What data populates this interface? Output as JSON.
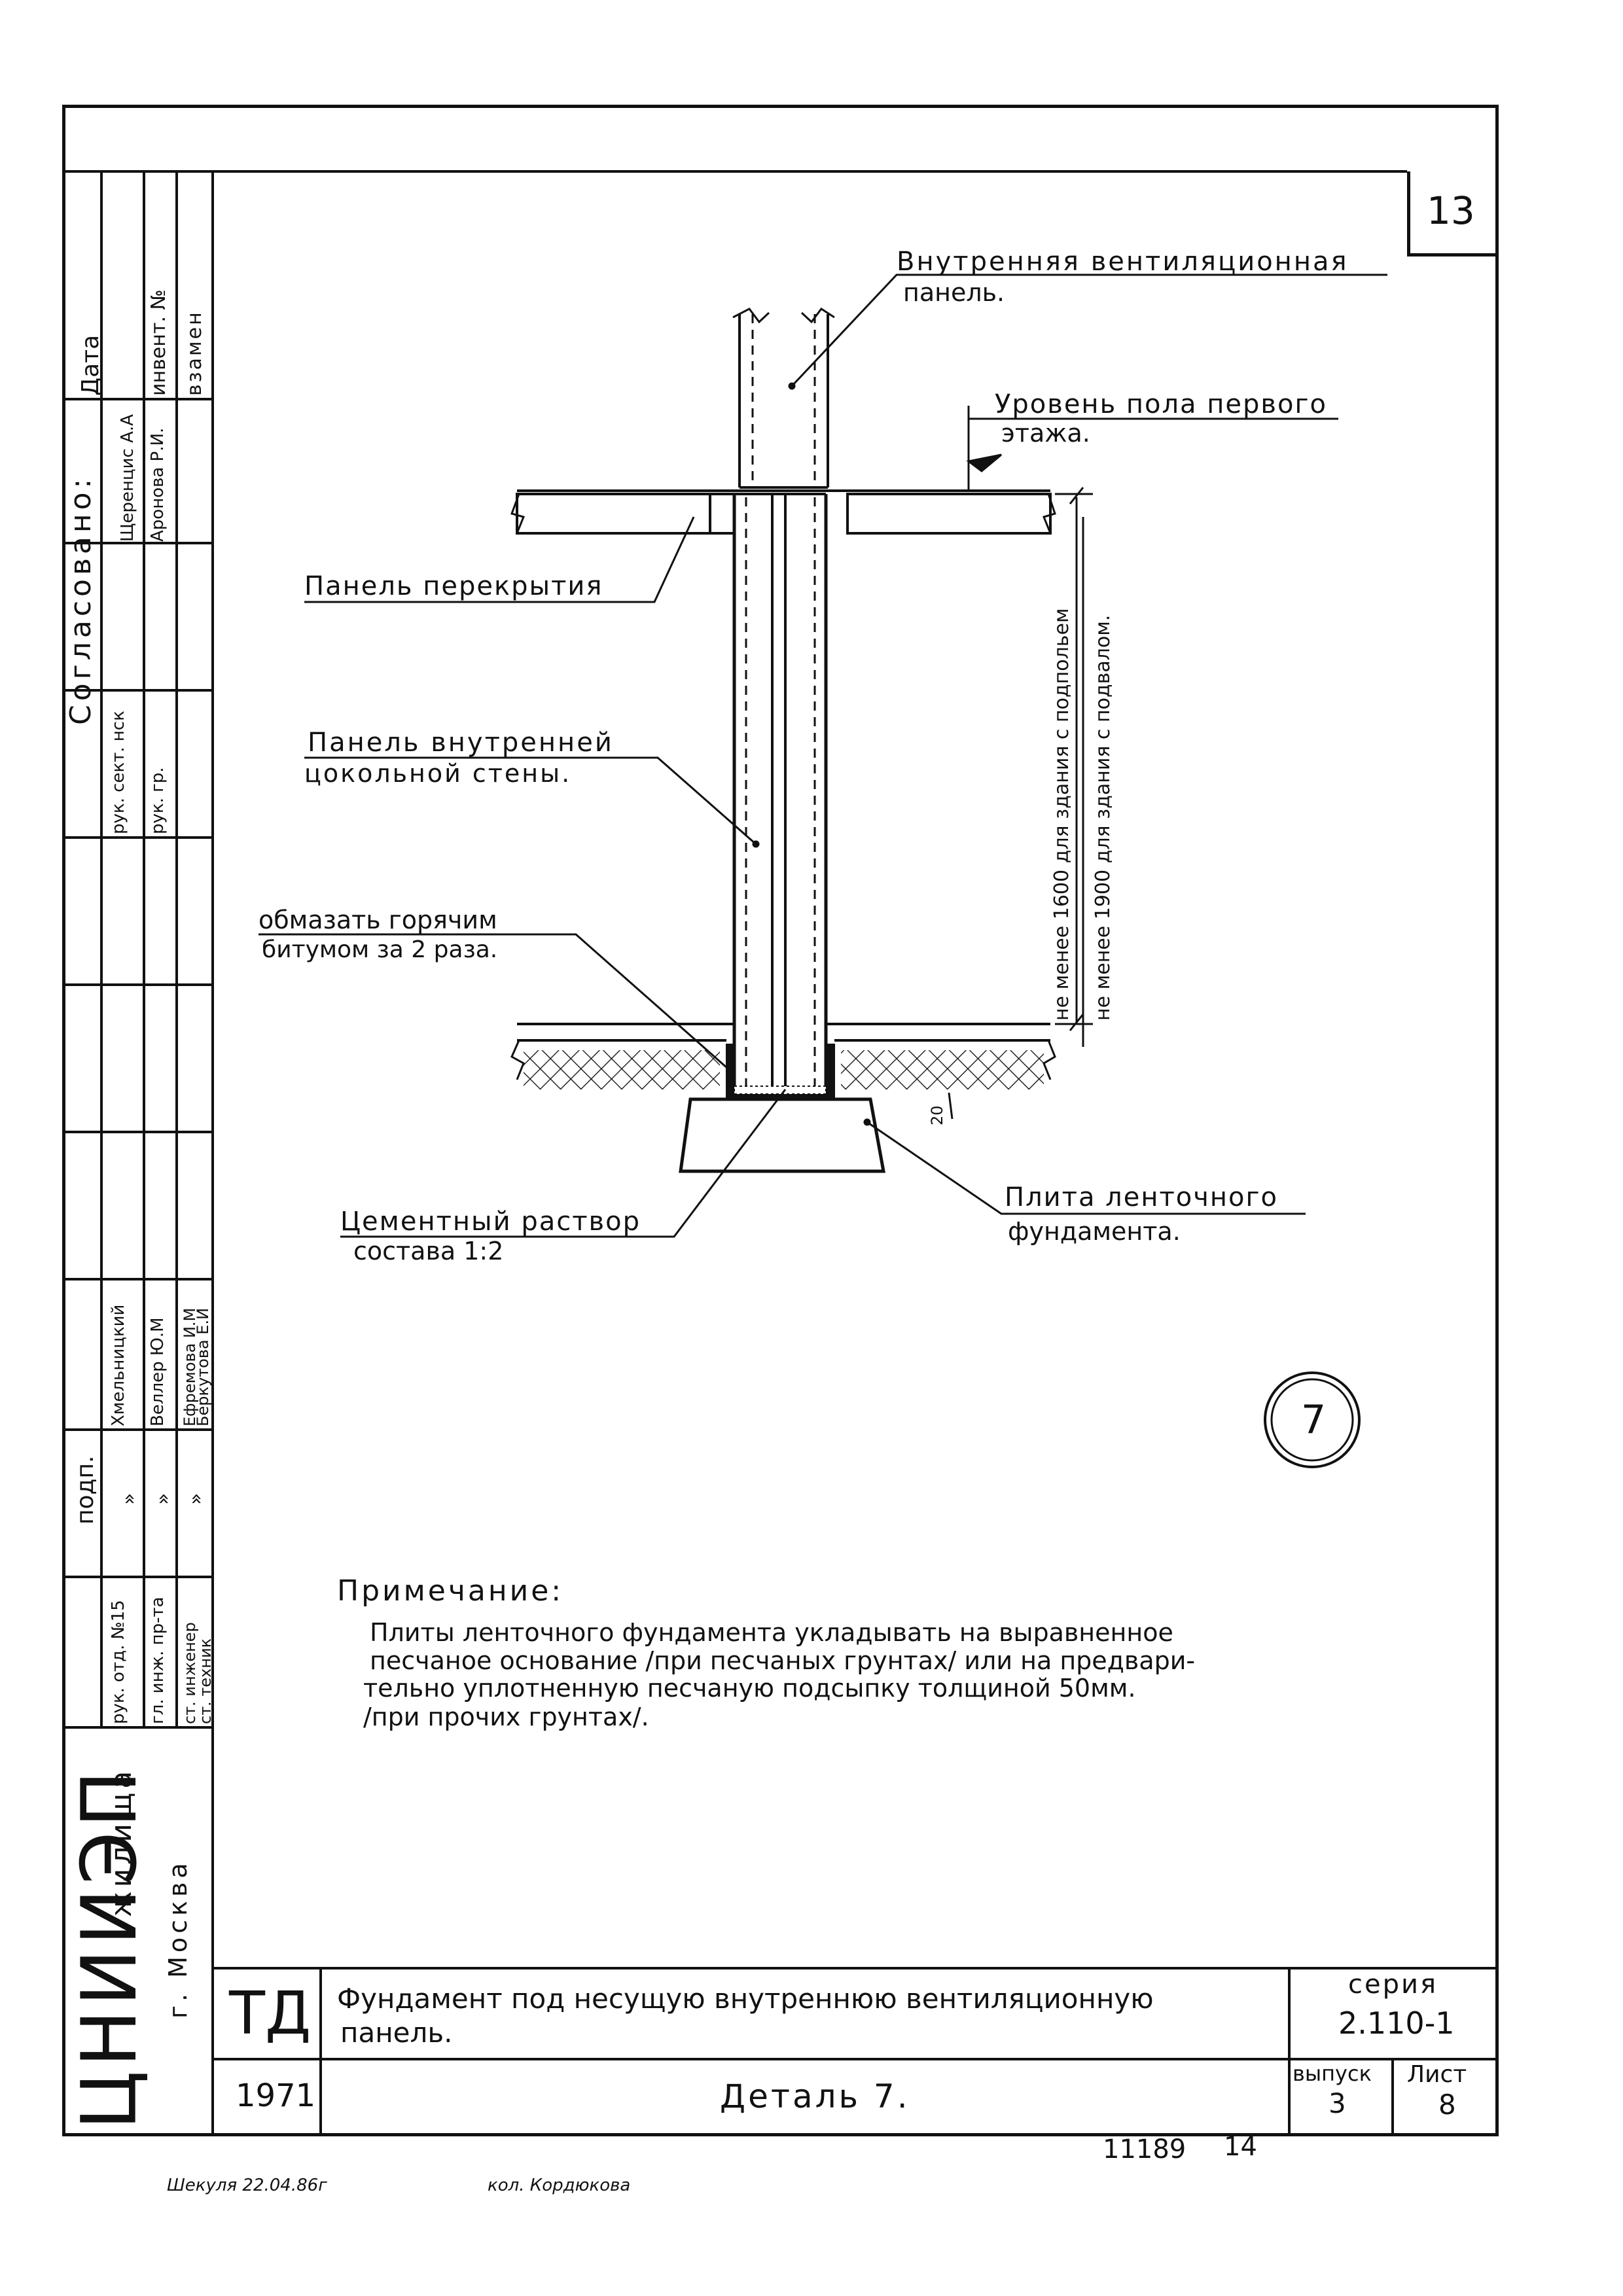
{
  "sheet": {
    "page_number": "13",
    "detail_circle": "7",
    "stamp_bottom": "11189",
    "stamp_bottom_page": "14"
  },
  "callouts": {
    "vent_panel": [
      "Внутренняя вентиляционная",
      "панель."
    ],
    "floor_level": [
      "Уровень пола первого",
      "этажа."
    ],
    "floor_panel": "Панель перекрытия",
    "plinth_panel": [
      "Панель внутренней",
      "цокольной стены."
    ],
    "bitumen": [
      "обмазать горячим",
      "битумом за 2 раза."
    ],
    "mortar": [
      "Цементный раствор",
      "состава 1:2"
    ],
    "footing": [
      "Плита ленточного",
      "фундамента."
    ],
    "dim_vertical_1": "не менее 1600 для здания с подпольем",
    "dim_vertical_2": "не менее 1900 для здания с подвалом.",
    "dim_small": "20"
  },
  "note": {
    "title": "Примечание:",
    "lines": [
      "Плиты ленточного фундамента укладывать на выравненное",
      "песчаное основание /при песчаных грунтах/ или на предвари-",
      "тельно уплотненную песчаную подсыпку толщиной 50мм.",
      "/при прочих грунтах/."
    ]
  },
  "sidebar": {
    "top_headers": [
      "Дата",
      "инвент. №",
      "взамен"
    ],
    "agreed": "Согласовано:",
    "agreed_names": [
      "Щеренциc А.А",
      "Аронова Р.И."
    ],
    "roles_mid": [
      "рук. сект. нск",
      "рук. гр."
    ],
    "staff_names": [
      "Хмельницкий",
      "Веллер Ю.М",
      "Ефремова И.М",
      "Беркутова Е.И"
    ],
    "sign_label": "подп.",
    "sign_marks": [
      "»",
      "»",
      "»"
    ],
    "staff_roles": [
      "рук. отд. №15",
      "гл. инж. пр-та",
      "ст. инженер",
      "ст. техник"
    ],
    "org_big": "ЦНИИЭП",
    "org_small": "жилища",
    "city": "г. Москва"
  },
  "title_block": {
    "code": "ТД",
    "year": "1971",
    "title": [
      "Фундамент под несущую внутреннюю вентиляционную",
      "панель."
    ],
    "detail": "Деталь 7.",
    "series_label": "серия",
    "series_value": "2.110-1",
    "issue_label": "выпуск",
    "issue_value": "3",
    "sheet_label": "Лист",
    "sheet_value": "8"
  },
  "signatures": {
    "left": "Шекуля 22.04.86г",
    "right": "кол. Кордюкова"
  }
}
